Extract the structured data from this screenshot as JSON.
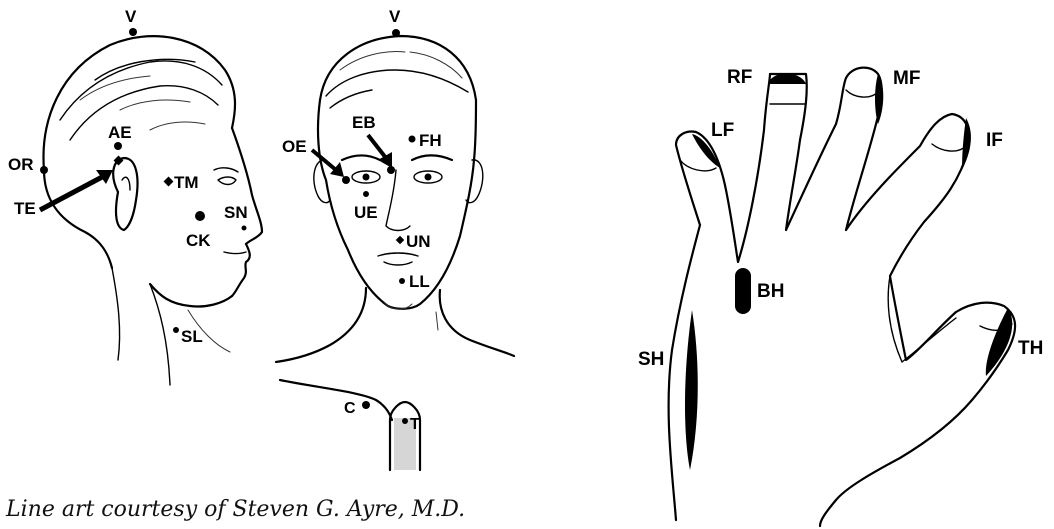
{
  "credit": "Line art courtesy of Steven G. Ayre, M.D.",
  "profile_labels": {
    "v": "V",
    "ae": "AE",
    "or": "OR",
    "te": "TE",
    "tm": "TM",
    "sn": "SN",
    "ck": "CK",
    "sl": "SL"
  },
  "front_labels": {
    "v": "V",
    "eb": "EB",
    "fh": "FH",
    "oe": "OE",
    "ue": "UE",
    "un": "UN",
    "ll": "LL"
  },
  "trachea_labels": {
    "c": "C",
    "t": "T"
  },
  "hand_labels": {
    "rf": "RF",
    "mf": "MF",
    "lf": "LF",
    "if": "IF",
    "bh": "BH",
    "sh": "SH",
    "th": "TH"
  },
  "colors": {
    "ink": "#000000",
    "background": "#ffffff"
  }
}
